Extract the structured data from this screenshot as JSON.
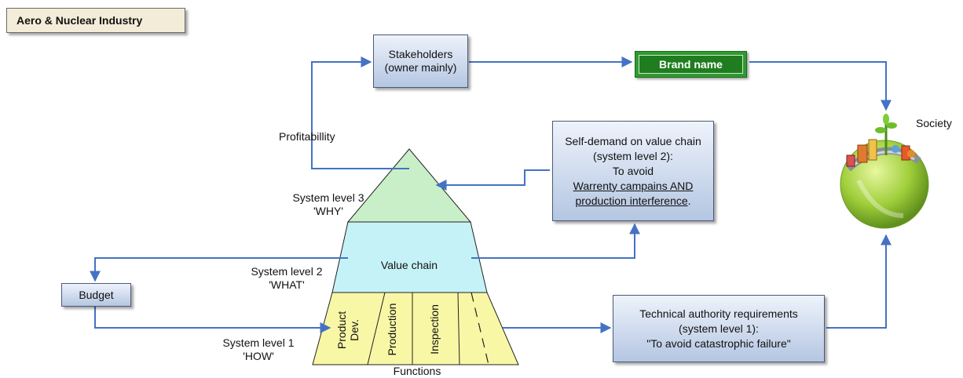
{
  "title": "Aero & Nuclear Industry",
  "stakeholders": {
    "line1": "Stakeholders",
    "line2": "(owner mainly)"
  },
  "brand_name": "Brand name",
  "society": "Society",
  "profitability": "Profitabillity",
  "self_demand": {
    "line1": "Self-demand on value chain",
    "line2": "(system level 2):",
    "line3": "To avoid",
    "line4": "Warrenty campains AND",
    "line5": "production interference",
    "line5_end": "."
  },
  "levels": {
    "l3": {
      "line1": "System level 3",
      "line2": "'WHY'"
    },
    "l2": {
      "line1": "System level 2",
      "line2": "'WHAT'"
    },
    "l1": {
      "line1": "System level 1",
      "line2": "'HOW'"
    }
  },
  "value_chain": "Value chain",
  "budget": "Budget",
  "functions": {
    "label": "Functions",
    "product_dev": {
      "line1": "Product",
      "line2": "Dev."
    },
    "production": "Production",
    "inspection": "Inspection"
  },
  "technical": {
    "line1": "Technical authority requirements",
    "line2": "(system level 1):",
    "line3": "\"To avoid catastrophic failure\""
  },
  "colors": {
    "arrow": "#4472c4",
    "apex": "#c9efc9",
    "middle": "#c5f2f7",
    "base": "#f8f7a6",
    "brand": "#2f9a2f"
  }
}
